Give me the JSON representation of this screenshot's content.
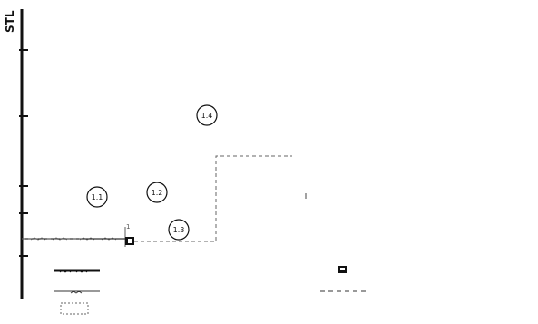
{
  "labels": {
    "network_code": "STL",
    "lot_vertical": "",
    "lot_horizontal": "",
    "point_marker": "1"
  },
  "nodes": [
    {
      "id": "1.1",
      "label": "1.1"
    },
    {
      "id": "1.2",
      "label": "1.2"
    },
    {
      "id": "1.3",
      "label": "1.3"
    },
    {
      "id": "1.4",
      "label": "1.4"
    }
  ],
  "legend": {
    "left": [
      {
        "symbol": "distribution-pipe-symbol",
        "text": ""
      },
      {
        "symbol": "service-pipe-symbol",
        "text": ""
      },
      {
        "symbol": "regulator-station-symbol",
        "text": ""
      }
    ],
    "right": [
      {
        "symbol": "meter-box-symbol",
        "text": ""
      },
      {
        "symbol": "internal-piping-symbol",
        "text": ""
      },
      {
        "symbol": "property-boundary-symbol",
        "text": ""
      }
    ]
  },
  "colors": {
    "line": "#111111",
    "muted": "#888888",
    "text": "#555555"
  }
}
